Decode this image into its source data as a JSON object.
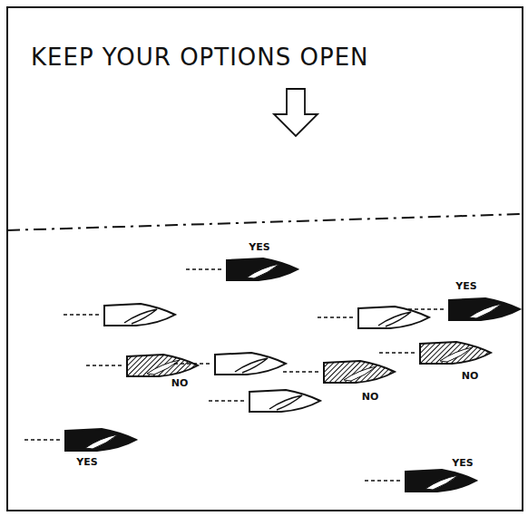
{
  "diagram": {
    "title": "KEEP YOUR OPTIONS OPEN",
    "labels": [
      "YES",
      "YES",
      "NO",
      "NO",
      "NO",
      "YES",
      "YES"
    ]
  }
}
